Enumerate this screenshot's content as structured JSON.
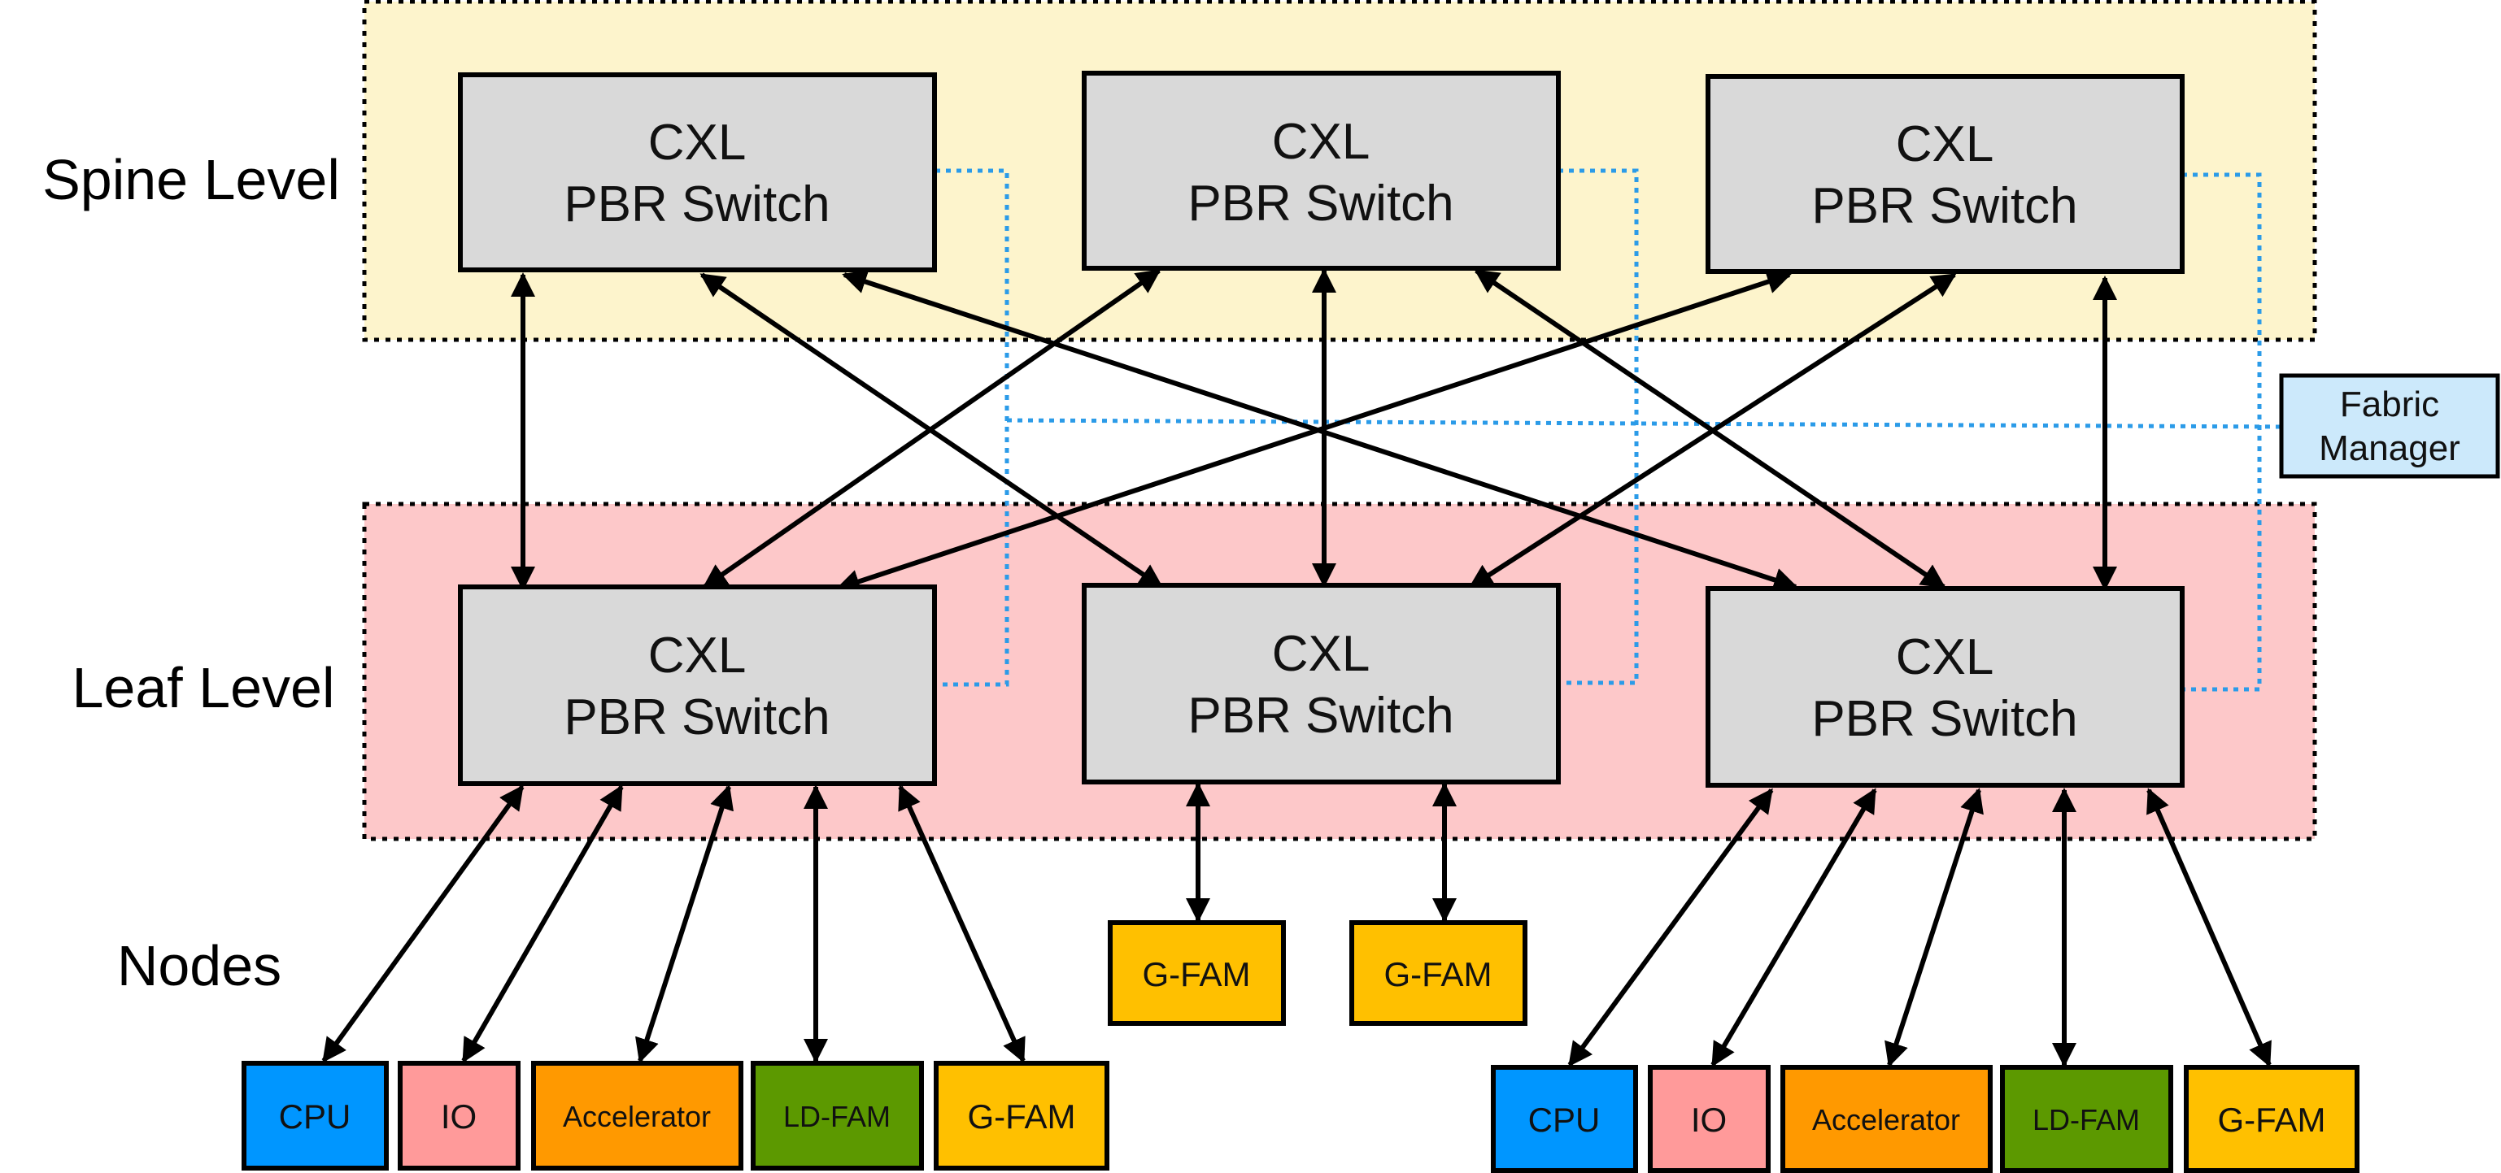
{
  "levels": {
    "spine": "Spine Level",
    "leaf": "Leaf Level",
    "nodes": "Nodes"
  },
  "switch": {
    "line1": "CXL",
    "line2": "PBR Switch"
  },
  "fabric_manager": {
    "line1": "Fabric",
    "line2": "Manager"
  },
  "nodes": {
    "cpu": "CPU",
    "io": "IO",
    "accelerator": "Accelerator",
    "ld_fam": "LD-FAM",
    "g_fam": "G-FAM"
  },
  "colors": {
    "spine_band": "#fdf4cc",
    "leaf_band": "#fdc8c9",
    "switch_fill": "#d9d9d9",
    "fabric_manager_fill": "#cce9fb",
    "management_link": "#2b9be8",
    "cpu": "#0096ff",
    "io": "#ff9a9a",
    "accelerator": "#ff9900",
    "ld_fam": "#5c9900",
    "g_fam": "#ffc000"
  }
}
